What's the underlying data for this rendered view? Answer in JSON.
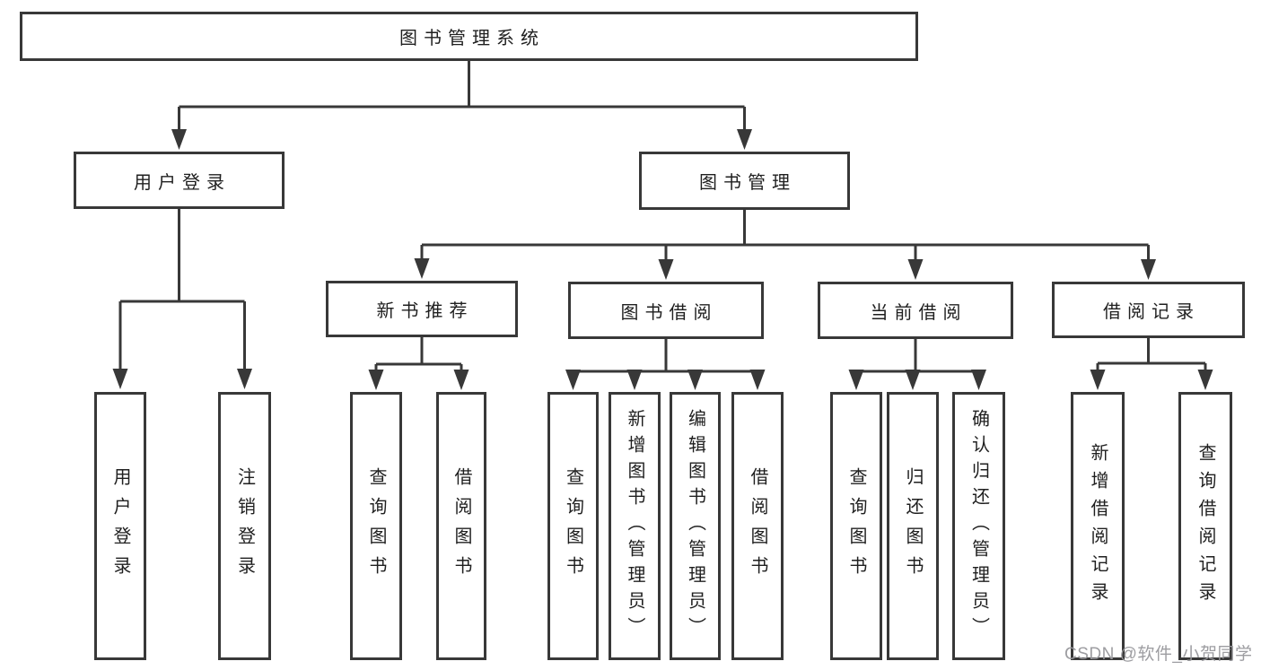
{
  "colors": {
    "background": "#ffffff",
    "line": "#383838",
    "text": "#1f1f1f",
    "watermark": "#98989c"
  },
  "nodes": {
    "root": {
      "label": "图书管理系统"
    },
    "level2": [
      {
        "label": "用户登录"
      },
      {
        "label": "图书管理"
      }
    ],
    "level3": [
      {
        "label": "新书推荐",
        "parent": "图书管理"
      },
      {
        "label": "图书借阅",
        "parent": "图书管理"
      },
      {
        "label": "当前借阅",
        "parent": "图书管理"
      },
      {
        "label": "借阅记录",
        "parent": "图书管理"
      }
    ]
  },
  "leaves": [
    {
      "label": "用户登录",
      "parent": "用户登录"
    },
    {
      "label": "注销登录",
      "parent": "用户登录"
    },
    {
      "label": "查询图书",
      "parent": "新书推荐"
    },
    {
      "label": "借阅图书",
      "parent": "新书推荐"
    },
    {
      "label": "查询图书",
      "parent": "图书借阅"
    },
    {
      "label": "新增图书（管理员）",
      "parent": "图书借阅"
    },
    {
      "label": "编辑图书（管理员）",
      "parent": "图书借阅"
    },
    {
      "label": "借阅图书",
      "parent": "图书借阅"
    },
    {
      "label": "查询图书",
      "parent": "当前借阅"
    },
    {
      "label": "归还图书",
      "parent": "当前借阅"
    },
    {
      "label": "确认归还（管理员）",
      "parent": "当前借阅"
    },
    {
      "label": "新增借阅记录",
      "parent": "借阅记录"
    },
    {
      "label": "查询借阅记录",
      "parent": "借阅记录"
    }
  ],
  "watermark": "CSDN @软件_小贺同学"
}
